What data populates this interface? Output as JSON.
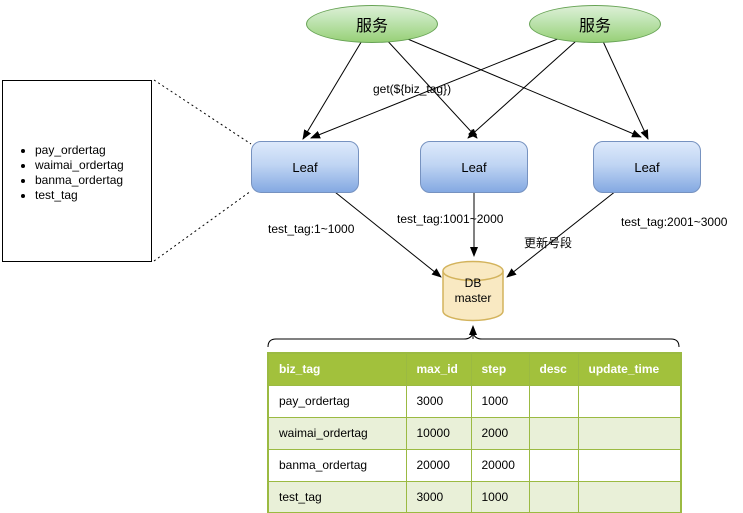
{
  "diagram": {
    "services": [
      {
        "label": "服务"
      },
      {
        "label": "服务"
      }
    ],
    "leaves": [
      {
        "label": "Leaf"
      },
      {
        "label": "Leaf"
      },
      {
        "label": "Leaf"
      }
    ],
    "db": {
      "label_line1": "DB",
      "label_line2": "master"
    },
    "edge_labels": {
      "get_request": "get(${biz_tag})",
      "segment1": "test_tag:1~1000",
      "segment2": "test_tag:1001~2000",
      "segment3": "test_tag:2001~3000",
      "update_segment": "更新号段"
    },
    "tag_list": {
      "items": [
        "pay_ordertag",
        "waimai_ordertag",
        "banma_ordertag",
        "test_tag"
      ]
    }
  },
  "db_table": {
    "headers": [
      "biz_tag",
      "max_id",
      "step",
      "desc",
      "update_time"
    ],
    "rows": [
      [
        "pay_ordertag",
        "3000",
        "1000",
        "",
        ""
      ],
      [
        "waimai_ordertag",
        "10000",
        "2000",
        "",
        ""
      ],
      [
        "banma_ordertag",
        "20000",
        "20000",
        "",
        ""
      ],
      [
        "test_tag",
        "3000",
        "1000",
        "",
        ""
      ]
    ]
  },
  "colors": {
    "service_fill_top": "#ddefd6",
    "service_fill_bottom": "#97d077",
    "service_border": "#67a355",
    "leaf_fill_top": "#dde9fb",
    "leaf_fill_bottom": "#84a9e2",
    "leaf_border": "#7692c0",
    "db_fill": "#f9e9c2",
    "db_border": "#d3b35c",
    "table_header_bg": "#a2c13c",
    "table_border": "#9bba42",
    "table_row_alt": "#e9f0d8",
    "line": "#000000"
  }
}
